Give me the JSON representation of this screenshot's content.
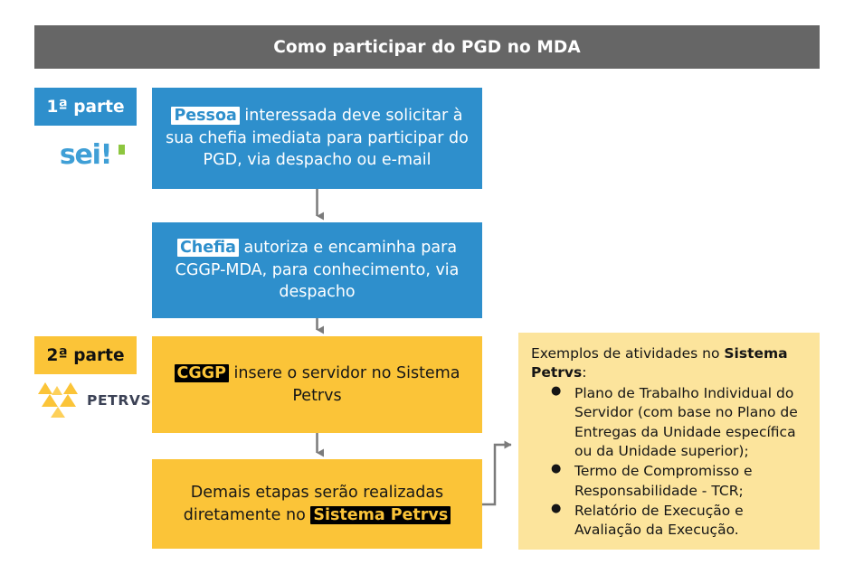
{
  "header": {
    "title": "Como participar do PGD no MDA",
    "bar_color": "#666666",
    "text_color": "#ffffff"
  },
  "theme": {
    "blue": "#2e8fcc",
    "amber": "#fbc438",
    "panel_yellow": "#fce49c",
    "connector_gray": "#7b7b7b",
    "petrvs_navy": "#3c4256",
    "sei_blue": "#3f9fd6",
    "sei_green": "#8dc63f"
  },
  "sidebar": {
    "part1": {
      "label": "1ª parte",
      "logo_name": "sei-logo",
      "logo_text": "sei!"
    },
    "part2": {
      "label": "2ª parte",
      "logo_name": "petrvs-logo",
      "logo_text": "PETRVS"
    }
  },
  "flow": {
    "steps": [
      {
        "id": "step-1",
        "color": "blue",
        "highlight": "Pessoa",
        "rest": " interessada deve solicitar à sua chefia imediata para participar do PGD, via despacho ou e-mail",
        "full_text": "Pessoa interessada deve solicitar à sua chefia imediata para participar do PGD, via despacho ou e-mail"
      },
      {
        "id": "step-2",
        "color": "blue",
        "highlight": "Chefia",
        "rest": " autoriza e encaminha para CGGP-MDA, para conhecimento, via despacho",
        "full_text": "Chefia autoriza e encaminha para CGGP-MDA, para conhecimento, via despacho"
      },
      {
        "id": "step-3",
        "color": "orange",
        "highlight": "CGGP",
        "rest": " insere o servidor no Sistema Petrvs",
        "full_text": "CGGP insere o servidor no Sistema Petrvs"
      },
      {
        "id": "step-4",
        "color": "orange",
        "pre": "Demais etapas serão realizadas diretamente no ",
        "highlight": "Sistema Petrvs",
        "full_text": "Demais etapas serão realizadas diretamente no Sistema Petrvs"
      }
    ]
  },
  "info_panel": {
    "intro_prefix": "Exemplos de atividades no ",
    "intro_strong": "Sistema Petrvs",
    "intro_suffix": ":",
    "items": [
      "Plano de Trabalho Individual do Servidor (com base no Plano de Entregas da Unidade específica ou da Unidade superior);",
      "Termo de Compromisso e Responsabilidade - TCR;",
      "Relatório de Execução e Avaliação da Execução."
    ]
  }
}
